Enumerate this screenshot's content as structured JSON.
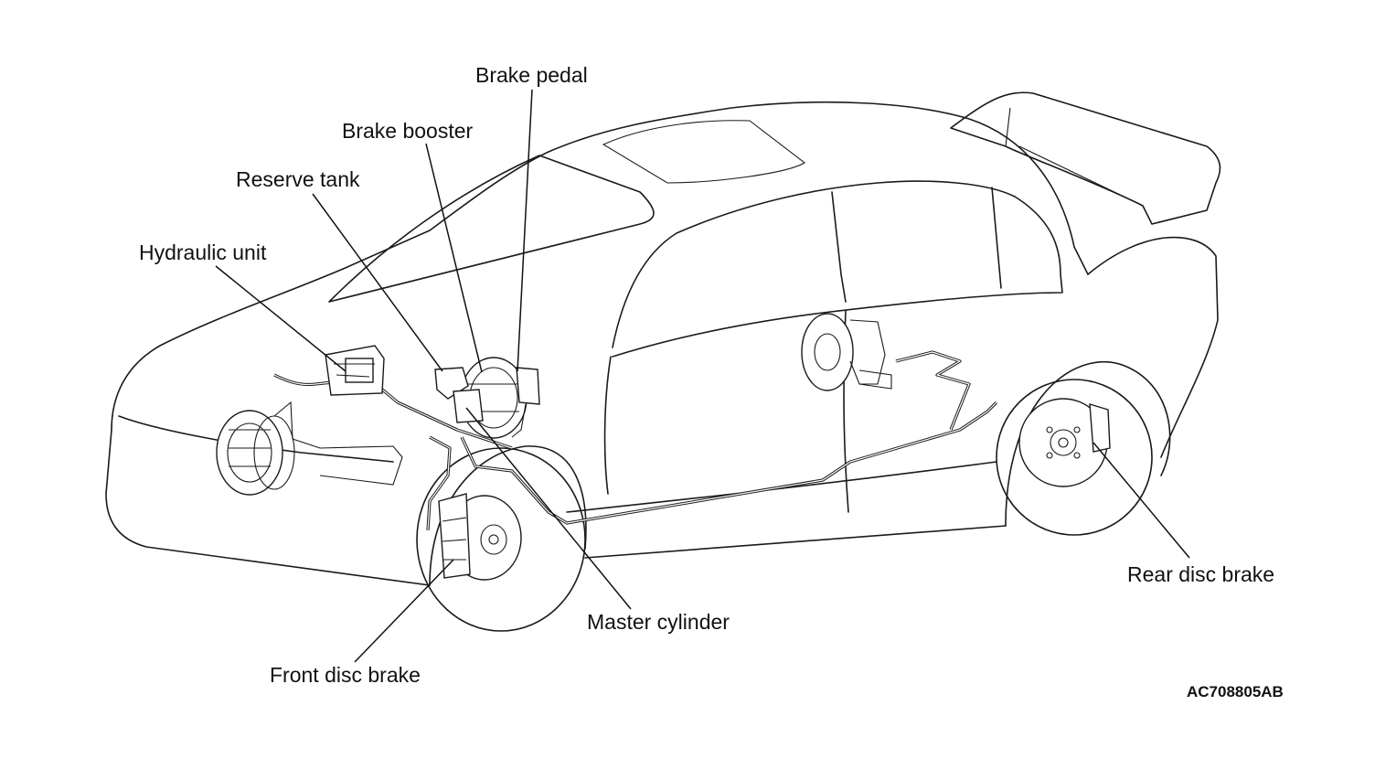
{
  "labels": {
    "brake_pedal": "Brake pedal",
    "brake_booster": "Brake booster",
    "reserve_tank": "Reserve tank",
    "hydraulic_unit": "Hydraulic unit",
    "master_cylinder": "Master cylinder",
    "front_disc_brake": "Front disc brake",
    "rear_disc_brake": "Rear disc brake"
  },
  "figure_code": "AC708805AB"
}
